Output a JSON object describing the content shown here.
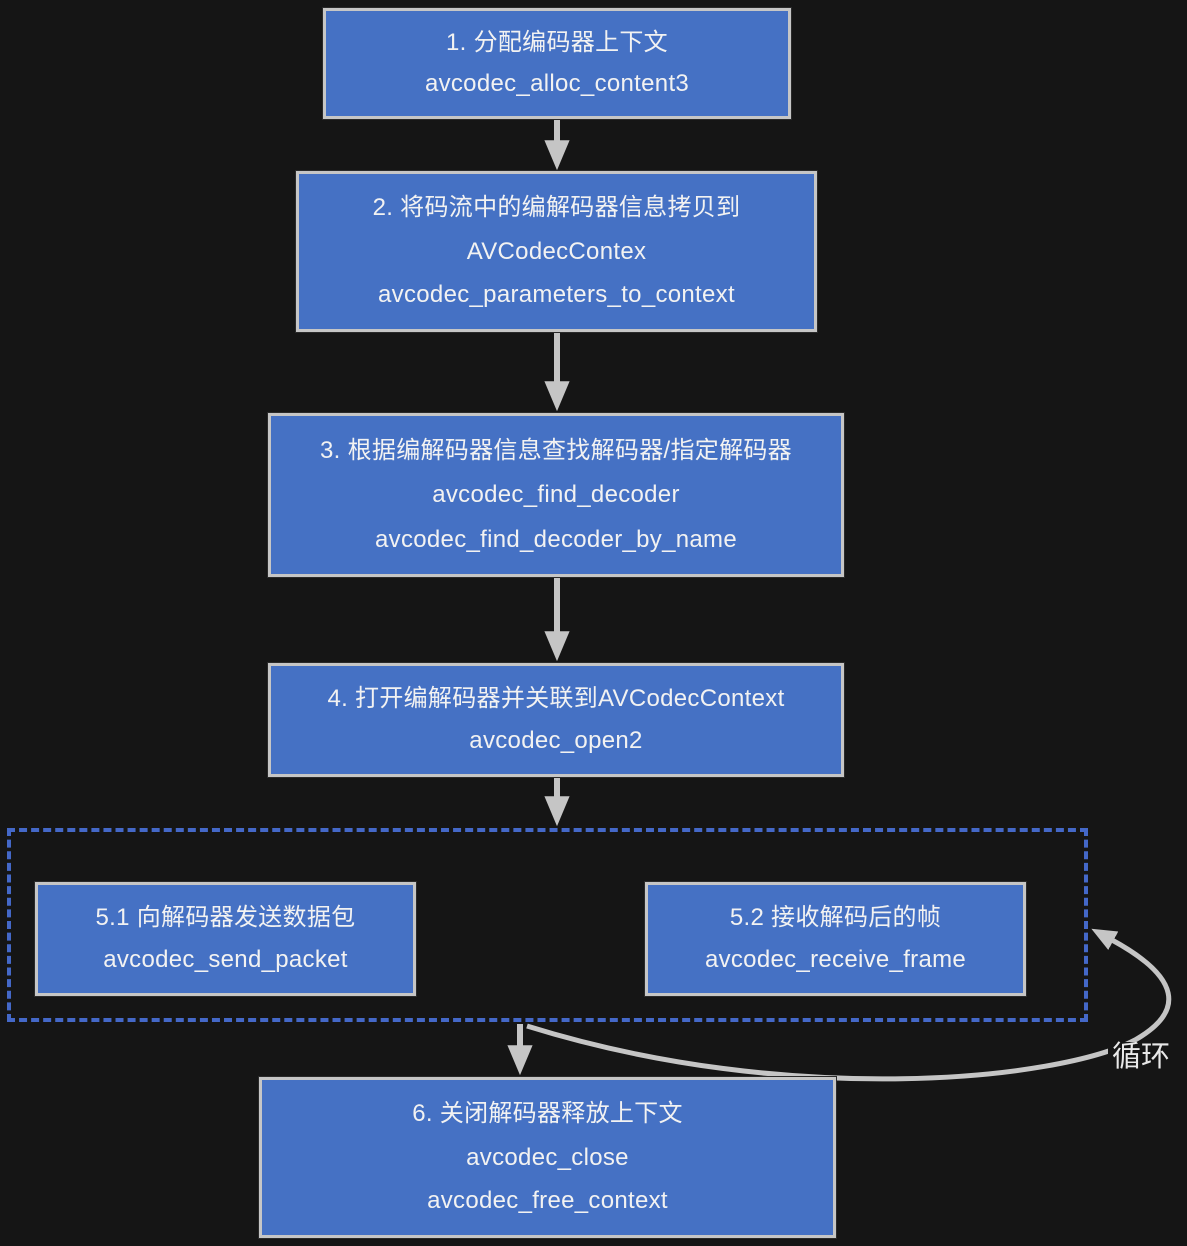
{
  "diagram": {
    "title_hint": "FFmpeg decode flow",
    "background": "#151515",
    "colors": {
      "node_fill": "#4571c4",
      "node_border": "#c6c6c6",
      "arrow": "#c5c5c5",
      "loop_region_border": "#4468c8",
      "text": "#f2f2f2"
    },
    "nodes": [
      {
        "id": "step1",
        "lines": [
          "1. 分配编码器上下文",
          "avcodec_alloc_content3"
        ]
      },
      {
        "id": "step2",
        "lines": [
          "2. 将码流中的编解码器信息拷贝到",
          "AVCodecContex",
          "avcodec_parameters_to_context"
        ]
      },
      {
        "id": "step3",
        "lines": [
          "3. 根据编解码器信息查找解码器/指定解码器",
          "avcodec_find_decoder",
          "avcodec_find_decoder_by_name"
        ]
      },
      {
        "id": "step4",
        "lines": [
          "4. 打开编解码器并关联到AVCodecContext",
          "avcodec_open2"
        ]
      },
      {
        "id": "step5a",
        "lines": [
          "5.1 向解码器发送数据包",
          "avcodec_send_packet"
        ]
      },
      {
        "id": "step5b",
        "lines": [
          "5.2 接收解码后的帧",
          "avcodec_receive_frame"
        ]
      },
      {
        "id": "step6",
        "lines": [
          "6. 关闭解码器释放上下文",
          "avcodec_close",
          "avcodec_free_context"
        ]
      }
    ],
    "labels": {
      "loop": "循环"
    }
  }
}
